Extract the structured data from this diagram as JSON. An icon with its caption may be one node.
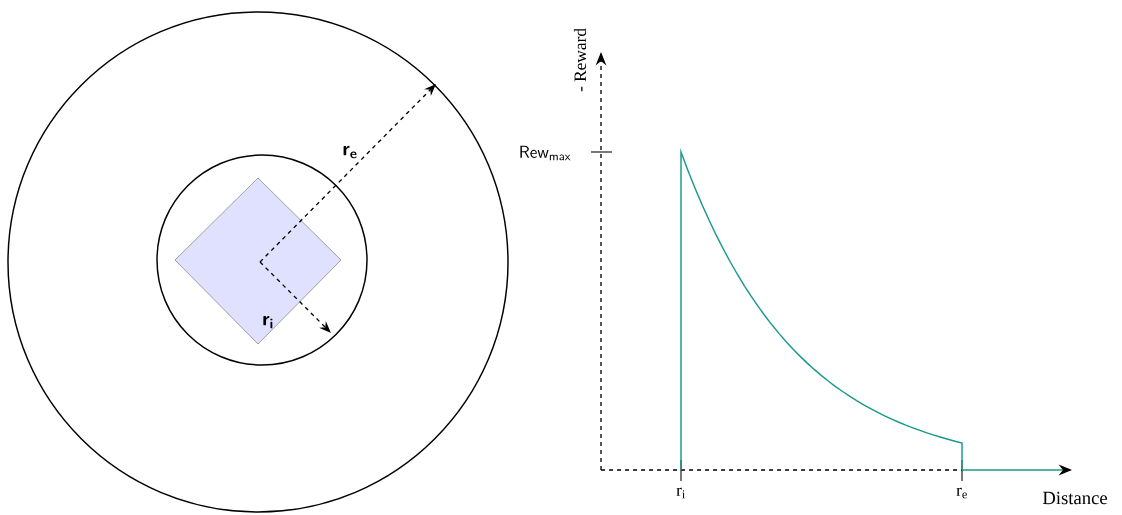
{
  "diagram": {
    "labels": [
      "r$_{e}$",
      "r$_{i}$",
      "- Reward",
      "Rew$_{max}$",
      "r$_{i}$",
      "r$_{e}$",
      "Distance"
    ]
  }
}
